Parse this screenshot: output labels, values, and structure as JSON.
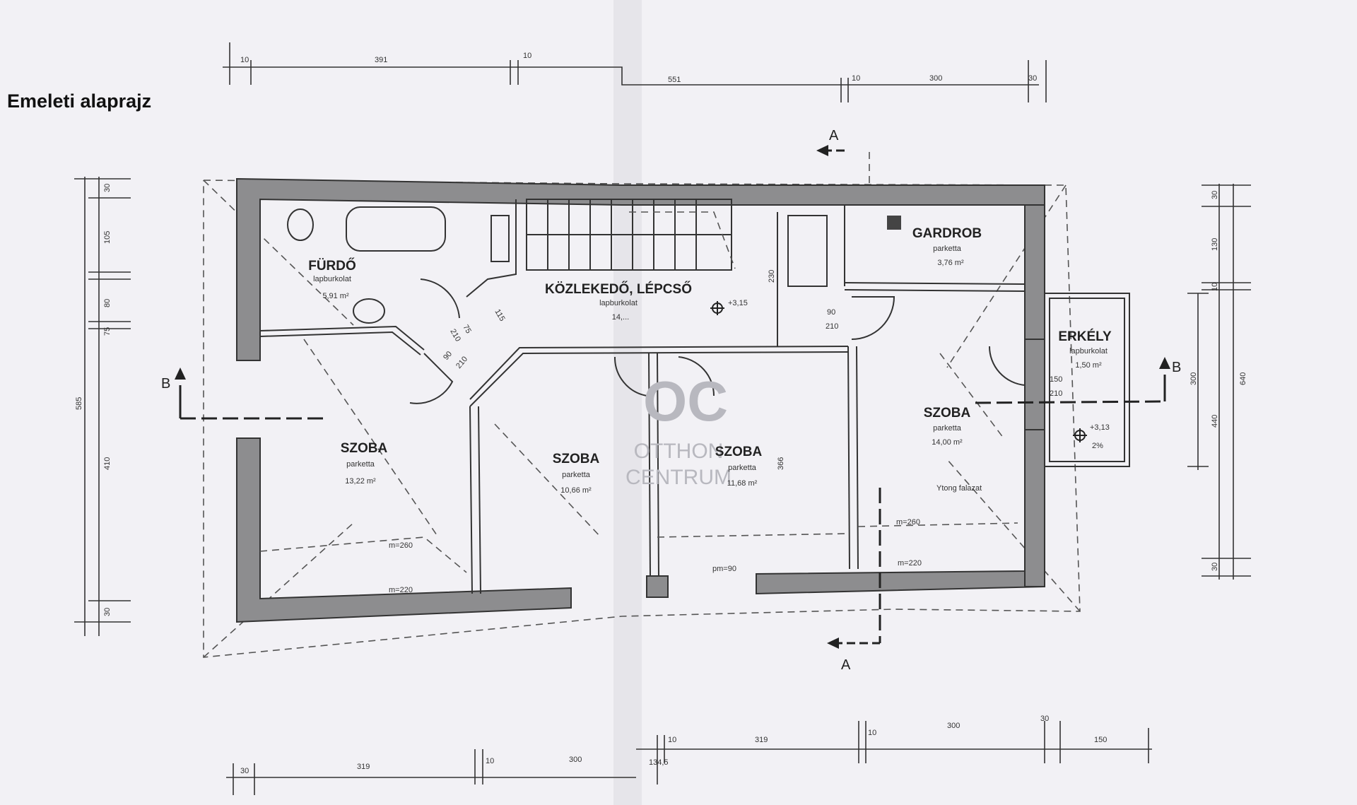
{
  "title": "Emeleti alaprajz",
  "rooms": {
    "furdo": {
      "name": "FÜRDŐ",
      "floor": "lapburkolat",
      "area": "5,91 m²"
    },
    "kozlekedo": {
      "name": "KÖZLEKEDŐ, LÉPCSŐ",
      "floor": "lapburkolat",
      "area": "14,..."
    },
    "gardrob": {
      "name": "GARDROB",
      "floor": "parketta",
      "area": "3,76 m²"
    },
    "erkely": {
      "name": "ERKÉLY",
      "floor": "lapburkolat",
      "area": "1,50 m²"
    },
    "szoba1": {
      "name": "SZOBA",
      "floor": "parketta",
      "area": "13,22 m²"
    },
    "szoba2": {
      "name": "SZOBA",
      "floor": "parketta",
      "area": "10,66 m²"
    },
    "szoba3": {
      "name": "SZOBA",
      "floor": "parketta",
      "area": "11,68 m²"
    },
    "szoba4": {
      "name": "SZOBA",
      "floor": "parketta",
      "area": "14,00 m²"
    }
  },
  "levels": {
    "stair": "+3,15",
    "balcony": "+3,13"
  },
  "notes": {
    "ytong": "Ytong falazat",
    "slope": "2%"
  },
  "section_labels": {
    "a_top": "A",
    "a_bottom": "A",
    "b_left": "B",
    "b_right": "B"
  },
  "heights": {
    "m260_a": "m=260",
    "m220_a": "m=220",
    "m260_b": "m=260",
    "m220_b": "m=220",
    "pm90": "pm=90"
  },
  "door_labels": {
    "d1_w": "90",
    "d1_h": "210",
    "d2_w": "150",
    "d2_h": "210",
    "d3_w": "75",
    "d3_h": "210",
    "d4_w": "90",
    "d4_h": "210",
    "d5": "115",
    "d6": "230",
    "d7": "366"
  },
  "dims_top": {
    "a": "10",
    "b": "391",
    "c": "10",
    "d": "551",
    "e": "10",
    "f": "300",
    "g": "30"
  },
  "dims_bottom": {
    "a": "30",
    "b": "319",
    "c": "10",
    "d": "300",
    "e": "134,5",
    "f": "10",
    "g": "319",
    "h": "10",
    "i": "300",
    "j": "30",
    "k": "150"
  },
  "dims_left": {
    "a": "30",
    "b": "585",
    "c": "105",
    "d": "80",
    "e": "75",
    "f": "410",
    "g": "30"
  },
  "dims_right": {
    "a": "30",
    "b": "130",
    "c": "10",
    "d": "300",
    "e": "440",
    "f": "30",
    "g": "640"
  },
  "watermark": {
    "logo": "OC",
    "line1": "OTTHON",
    "line2": "CENTRUM"
  }
}
